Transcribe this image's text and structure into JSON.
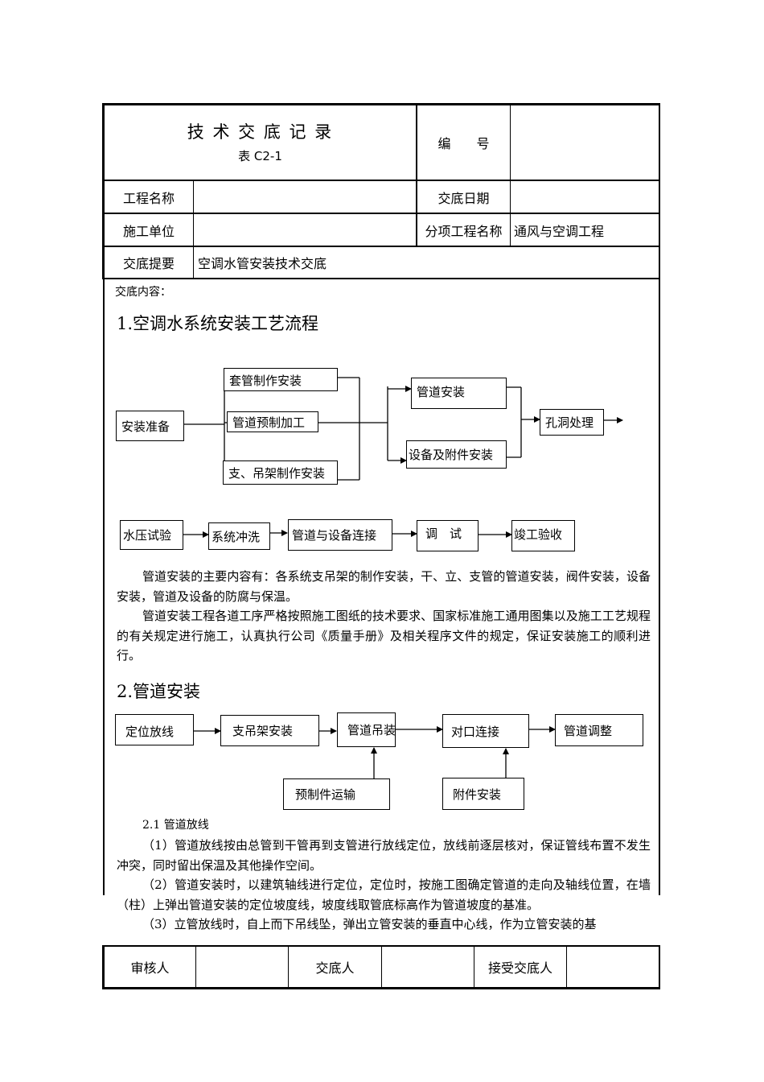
{
  "header": {
    "title": "技 术 交 底 记 录",
    "form_code": "表 C2-1",
    "number_label": "编　　号",
    "number_value": "",
    "project_name_label": "工程名称",
    "project_name_value": "",
    "date_label": "交底日期",
    "date_value": "",
    "unit_label": "施工单位",
    "unit_value": "",
    "subproject_label": "分项工程名称",
    "subproject_value": "通风与空调工程",
    "summary_label": "交底提要",
    "summary_value": "空调水管安装技术交底"
  },
  "content": {
    "intro_label": "交底内容：",
    "section1_title": "1.空调水系统安装工艺流程",
    "flow1": {
      "prep": "安装准备",
      "sleeve": "套管制作安装",
      "prefab": "管道预制加工",
      "support": "支、吊架制作安装",
      "pipe_install": "管道安装",
      "equipment": "设备及附件安装",
      "hole": "孔洞处理",
      "pressure": "水压试验",
      "flush": "系统冲洗",
      "connect": "管道与设备连接",
      "debug": "调　试",
      "accept": "竣工验收"
    },
    "para1": "管道安装的主要内容有：各系统支吊架的制作安装，干、立、支管的管道安装，阀件安装，设备安装，管道及设备的防腐与保温。",
    "para2": "管道安装工程各道工序严格按照施工图纸的技术要求、国家标准施工通用图集以及施工工艺规程的有关规定进行施工，认真执行公司《质量手册》及相关程序文件的规定，保证安装施工的顺利进行。",
    "section2_title": "2.管道安装",
    "flow2": {
      "locate": "定位放线",
      "support": "支吊架安装",
      "hoist": "管道吊装",
      "joint": "对口连接",
      "adjust": "管道调整",
      "prefab_transport": "预制件运输",
      "accessory": "附件安装"
    },
    "sub21": "2.1 管道放线",
    "item1": "（1）管道放线按由总管到干管再到支管进行放线定位，放线前逐层核对，保证管线布置不发生冲突，同时留出保温及其他操作空间。",
    "item2": "（2）管道安装时，以建筑轴线进行定位，定位时，按施工图确定管道的走向及轴线位置，在墙（柱）上弹出管道安装的定位坡度线，坡度线取管底标高作为管道坡度的基准。",
    "item3": "（3）立管放线时，自上而下吊线坠，弹出立管安装的垂直中心线，作为立管安装的基"
  },
  "footer": {
    "reviewer_label": "审核人",
    "reviewer_value": "",
    "discloser_label": "交底人",
    "discloser_value": "",
    "receiver_label": "接受交底人",
    "receiver_value": ""
  }
}
